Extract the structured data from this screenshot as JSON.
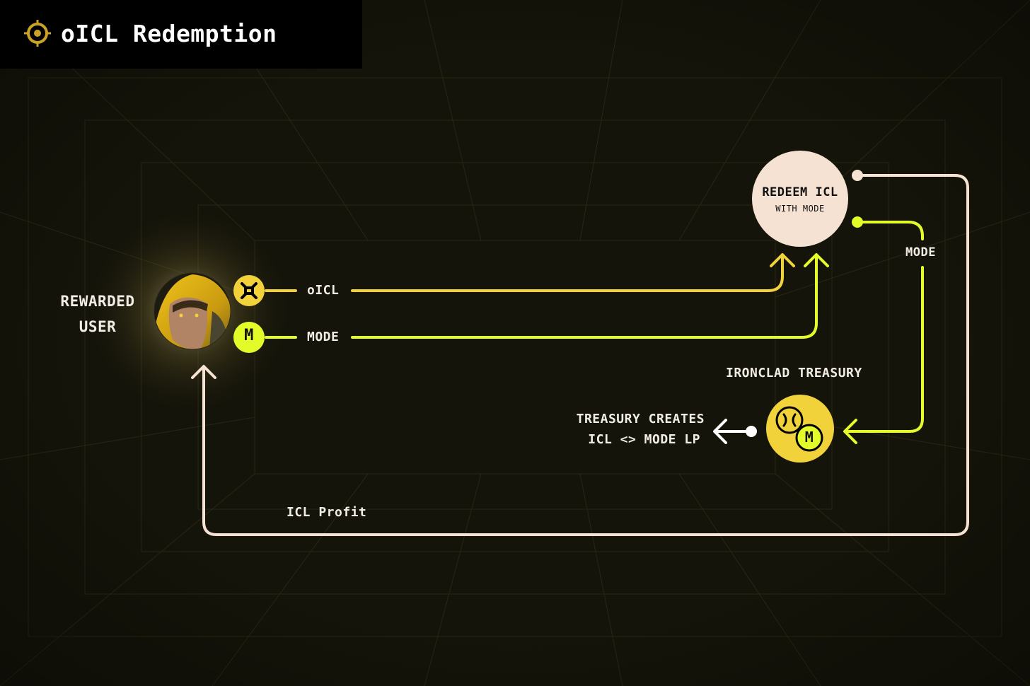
{
  "header": {
    "title": "oICL Redemption",
    "logo_icon": "target-logo-icon"
  },
  "nodes": {
    "user_line1": "REWARDED",
    "user_line2": "USER",
    "redeem_title": "REDEEM ICL",
    "redeem_subtitle": "WITH MODE",
    "treasury_label": "IRONCLAD TREASURY",
    "treasury_token_letter": "M",
    "creates_line1": "TREASURY CREATES",
    "creates_line2": "ICL <> MODE LP"
  },
  "flows": {
    "oicl_label": "oICL",
    "mode_label": "MODE",
    "mode_return_label": "MODE",
    "profit_label": "ICL Profit",
    "mode_token_letter": "M"
  },
  "colors": {
    "background": "#15140a",
    "title_bar": "#000000",
    "cream": "#f6e2d2",
    "gold": "#f2d23a",
    "lime": "#e4fb2a",
    "white": "#ffffff"
  }
}
